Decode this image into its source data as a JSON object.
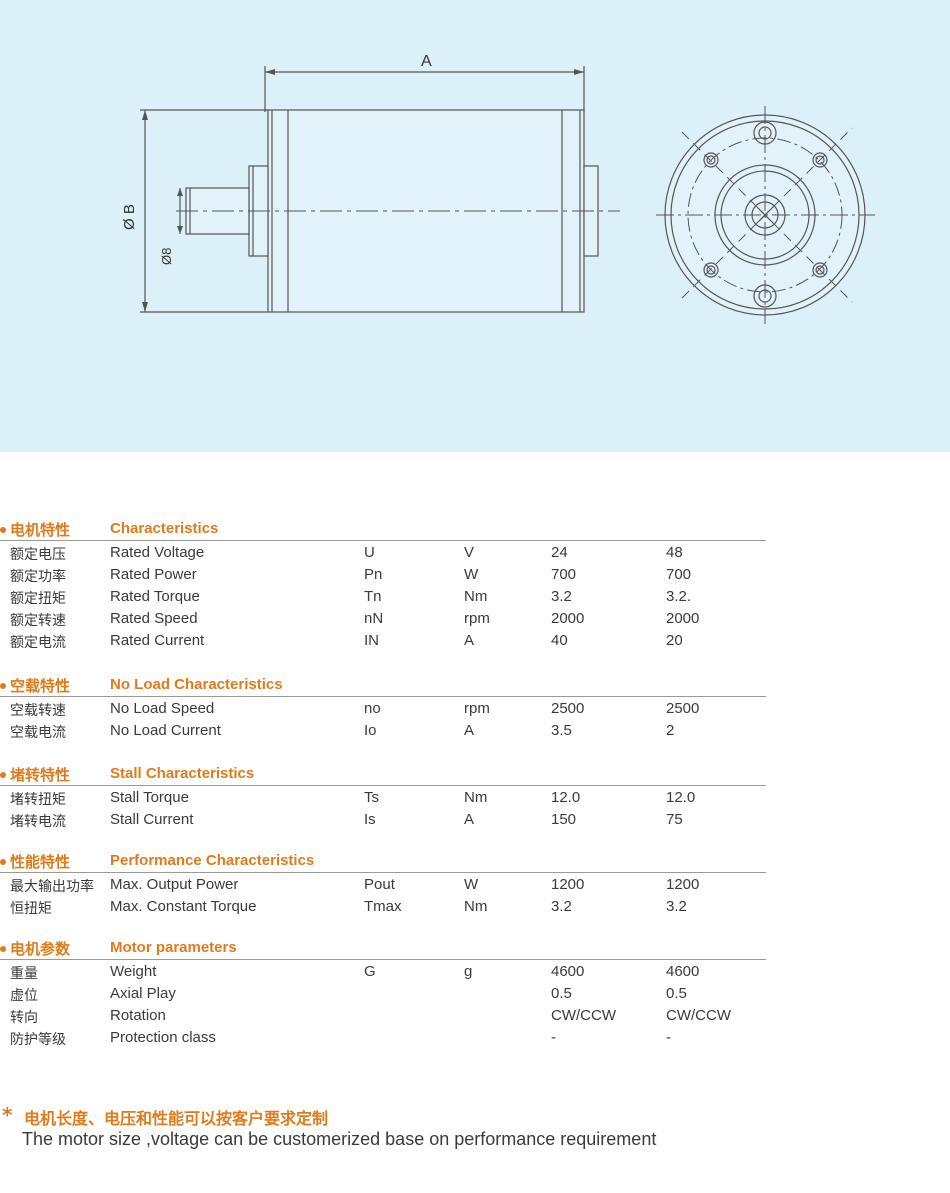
{
  "drawing": {
    "dim_a": "A",
    "dim_b": "Ø B",
    "dim_shaft": "Ø8"
  },
  "sections": [
    {
      "cn": "电机特性",
      "en": "Characteristics",
      "rows": [
        {
          "cn": "额定电压",
          "en": "Rated Voltage",
          "sym": "U",
          "unit": "V",
          "v1": "24",
          "v2": "48"
        },
        {
          "cn": "额定功率",
          "en": "Rated Power",
          "sym": "Pn",
          "unit": "W",
          "v1": "700",
          "v2": "700"
        },
        {
          "cn": "额定扭矩",
          "en": "Rated Torque",
          "sym": "Tn",
          "unit": "Nm",
          "v1": "3.2",
          "v2": "3.2."
        },
        {
          "cn": "额定转速",
          "en": "Rated Speed",
          "sym": "nN",
          "unit": "rpm",
          "v1": "2000",
          "v2": "2000"
        },
        {
          "cn": "额定电流",
          "en": "Rated Current",
          "sym": "IN",
          "unit": "A",
          "v1": "40",
          "v2": "20"
        }
      ]
    },
    {
      "cn": "空载特性",
      "en": "No Load Characteristics",
      "rows": [
        {
          "cn": "空载转速",
          "en": "No Load Speed",
          "sym": "no",
          "unit": "rpm",
          "v1": "2500",
          "v2": "2500"
        },
        {
          "cn": "空载电流",
          "en": "No Load Current",
          "sym": "Io",
          "unit": "A",
          "v1": "3.5",
          "v2": "2"
        }
      ]
    },
    {
      "cn": "堵转特性",
      "en": "Stall Characteristics",
      "rows": [
        {
          "cn": "堵转扭矩",
          "en": "Stall Torque",
          "sym": "Ts",
          "unit": "Nm",
          "v1": "12.0",
          "v2": "12.0"
        },
        {
          "cn": "堵转电流",
          "en": "Stall Current",
          "sym": "Is",
          "unit": "A",
          "v1": "150",
          "v2": "75"
        }
      ]
    },
    {
      "cn": "性能特性",
      "en": "Performance Characteristics",
      "rows": [
        {
          "cn": "最大输出功率",
          "en": "Max. Output Power",
          "sym": "Pout",
          "unit": "W",
          "v1": "1200",
          "v2": "1200"
        },
        {
          "cn": "恒扭矩",
          "en": "Max. Constant Torque",
          "sym": "Tmax",
          "unit": "Nm",
          "v1": "3.2",
          "v2": "3.2"
        }
      ]
    },
    {
      "cn": "电机参数",
      "en": "Motor parameters",
      "rows": [
        {
          "cn": "重量",
          "en": "Weight",
          "sym": "G",
          "unit": "g",
          "v1": "4600",
          "v2": "4600"
        },
        {
          "cn": "虚位",
          "en": "Axial Play",
          "sym": "",
          "unit": "",
          "v1": "0.5",
          "v2": "0.5"
        },
        {
          "cn": "转向",
          "en": "Rotation",
          "sym": "",
          "unit": "",
          "v1": "CW/CCW",
          "v2": "CW/CCW"
        },
        {
          "cn": "防护等级",
          "en": "Protection class",
          "sym": "",
          "unit": "",
          "v1": "-",
          "v2": "-"
        }
      ]
    }
  ],
  "note": {
    "star": "*",
    "cn": "电机长度、电压和性能可以按客户要求定制",
    "en": "The motor size ,voltage can be customerized base on performance requirement"
  }
}
